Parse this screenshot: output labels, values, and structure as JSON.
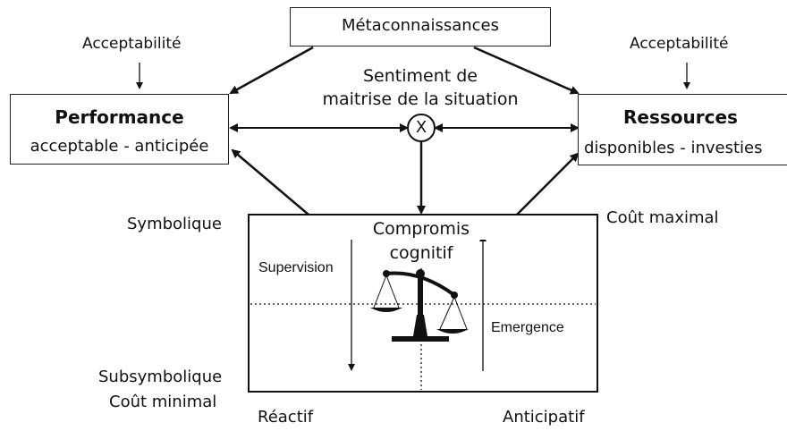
{
  "meta": {
    "title": "Métaconnaissances"
  },
  "top_left_label": "Acceptabilité",
  "top_right_label": "Acceptabilité",
  "sentiment": {
    "line1": "Sentiment de",
    "line2": "maitrise de la situation"
  },
  "operator_symbol": "X",
  "performance": {
    "title": "Performance",
    "subtitle": "acceptable - anticipée"
  },
  "ressources": {
    "title": "Ressources",
    "subtitle": "disponibles - investies"
  },
  "compromis": {
    "line1": "Compromis",
    "line2": "cognitif"
  },
  "quadrant": {
    "supervision": "Supervision",
    "emergence": "Emergence"
  },
  "axes": {
    "symbolique": "Symbolique",
    "subsymbolique": "Subsymbolique",
    "cout_minimal": "Coût minimal",
    "cout_maximal": "Coût maximal",
    "reactif": "Réactif",
    "anticipatif": "Anticipatif"
  }
}
